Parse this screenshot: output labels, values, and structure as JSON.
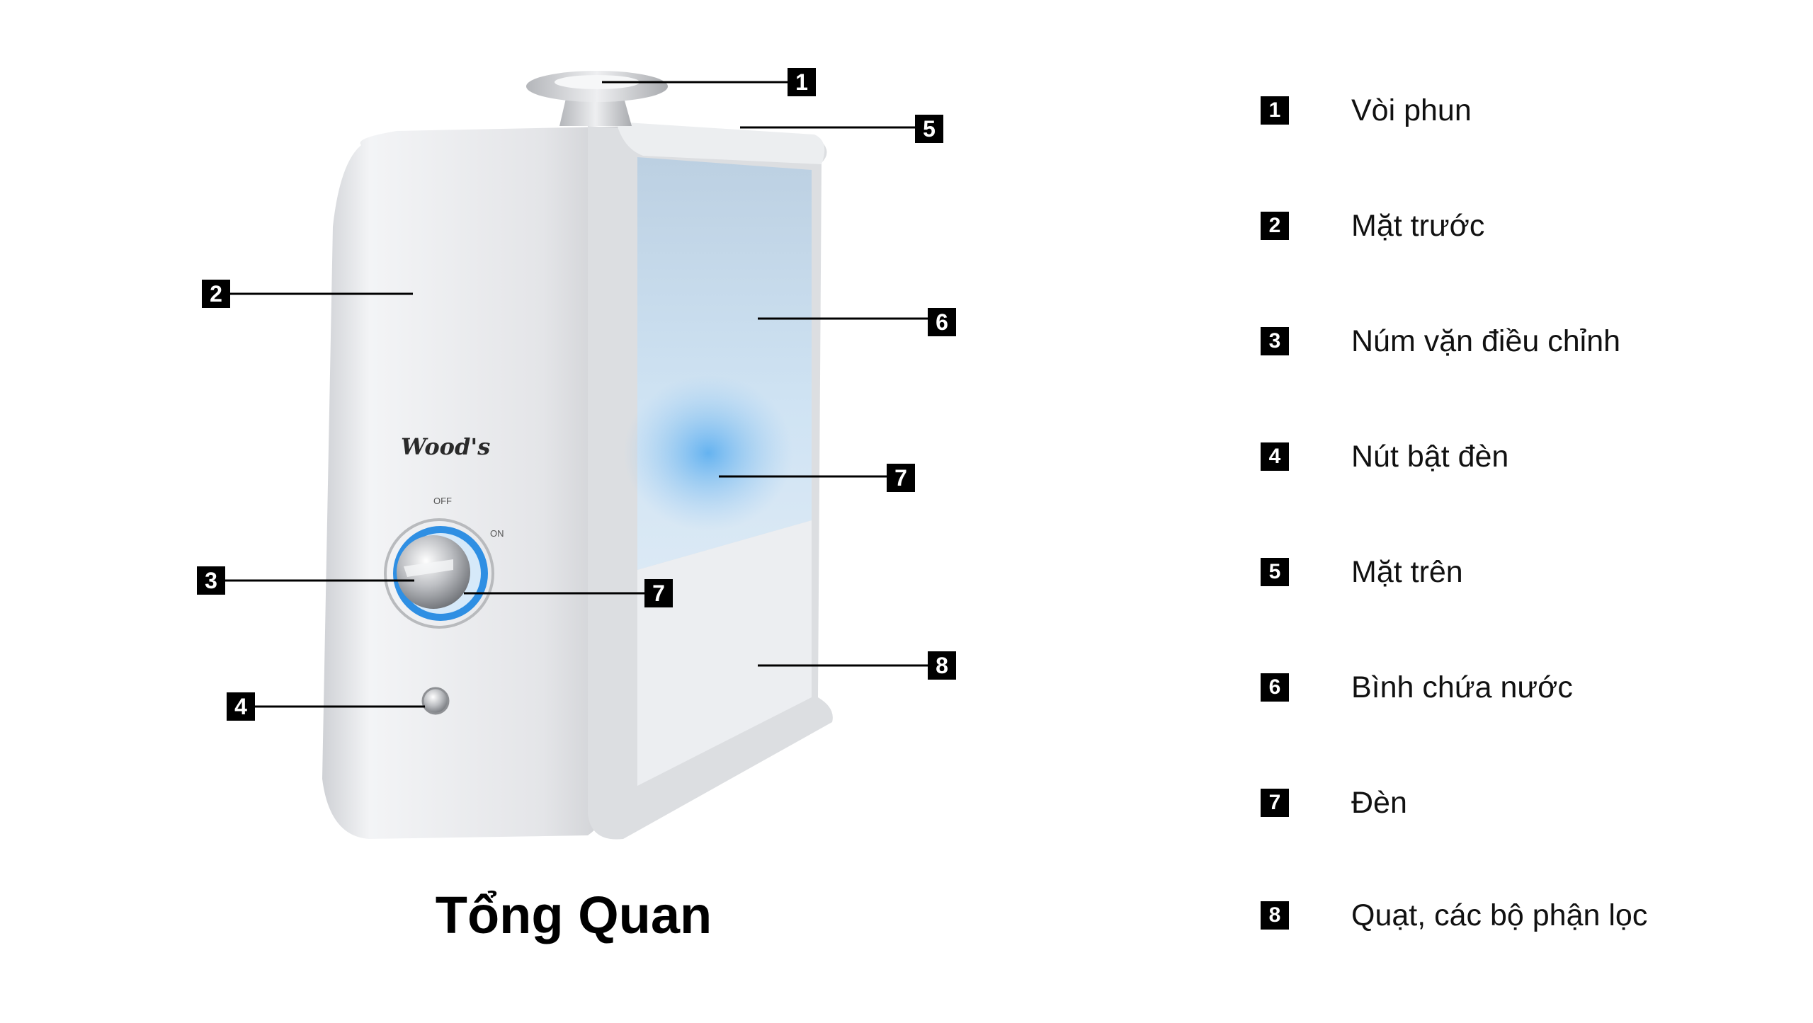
{
  "title": "Tổng Quan",
  "brand_logo": "Wood's",
  "dial_labels": {
    "off": "OFF",
    "on": "ON"
  },
  "parts": [
    {
      "num": "1",
      "label": "Vòi phun"
    },
    {
      "num": "2",
      "label": "Mặt trước"
    },
    {
      "num": "3",
      "label": "Núm vặn điều chỉnh"
    },
    {
      "num": "4",
      "label": "Nút bật đèn"
    },
    {
      "num": "5",
      "label": "Mặt trên"
    },
    {
      "num": "6",
      "label": "Bình chứa nước"
    },
    {
      "num": "7",
      "label": "Đèn"
    },
    {
      "num": "8",
      "label": "Quạt, các bộ phận lọc"
    }
  ],
  "colors": {
    "callout": "#000000",
    "body": "#e6e7ea",
    "tank": "#c9def0",
    "light": "#6fb6ee",
    "dial_ring": "#2f8fe3"
  }
}
